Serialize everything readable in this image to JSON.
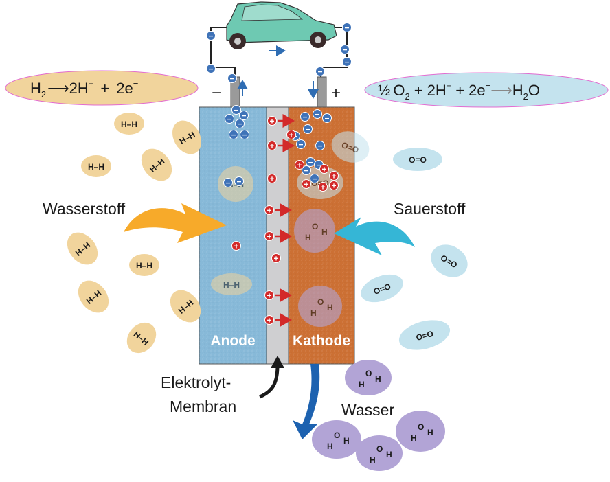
{
  "equations": {
    "anode": {
      "h2": "H",
      "h2_sub": "2",
      "product": "2H",
      "plus_sup": "+",
      "plus": "+",
      "e2": "2e",
      "e_sup": "−"
    },
    "cathode": {
      "half": "½",
      "o2": "O",
      "o2_sub": "2",
      "plus1": "+",
      "h2": "2H",
      "h_sup": "+",
      "plus2": "+",
      "e2": "2e",
      "e_sup": "−",
      "water_h": "H",
      "water_sub": "2",
      "water_o": "O"
    }
  },
  "labels": {
    "minus": "−",
    "plus": "+",
    "hydrogen": "Wasserstoff",
    "oxygen": "Sauerstoff",
    "anode": "Anode",
    "cathode": "Kathode",
    "membrane_1": "Elektrolyt-",
    "membrane_2": "Membran",
    "water": "Wasser"
  },
  "molecules": {
    "h2": "H–H",
    "o2": "O=O",
    "water_o": "O",
    "water_h": "H"
  },
  "particles": {
    "electron": "−",
    "proton": "+"
  },
  "colors": {
    "hydrogen": "#f1d49c",
    "oxygen": "#c4e3ee",
    "water": "#b2a4d6",
    "anode": "#87b9d8",
    "cathode": "#cc7034",
    "membrane": "#cfcfd1",
    "electron": "#3f73b8",
    "proton": "#d32a2a",
    "hydrogen_arrow": "#f7aa2a",
    "oxygen_arrow": "#35b6d6",
    "water_arrow": "#1d62b0",
    "car": "#6ec9b2"
  }
}
